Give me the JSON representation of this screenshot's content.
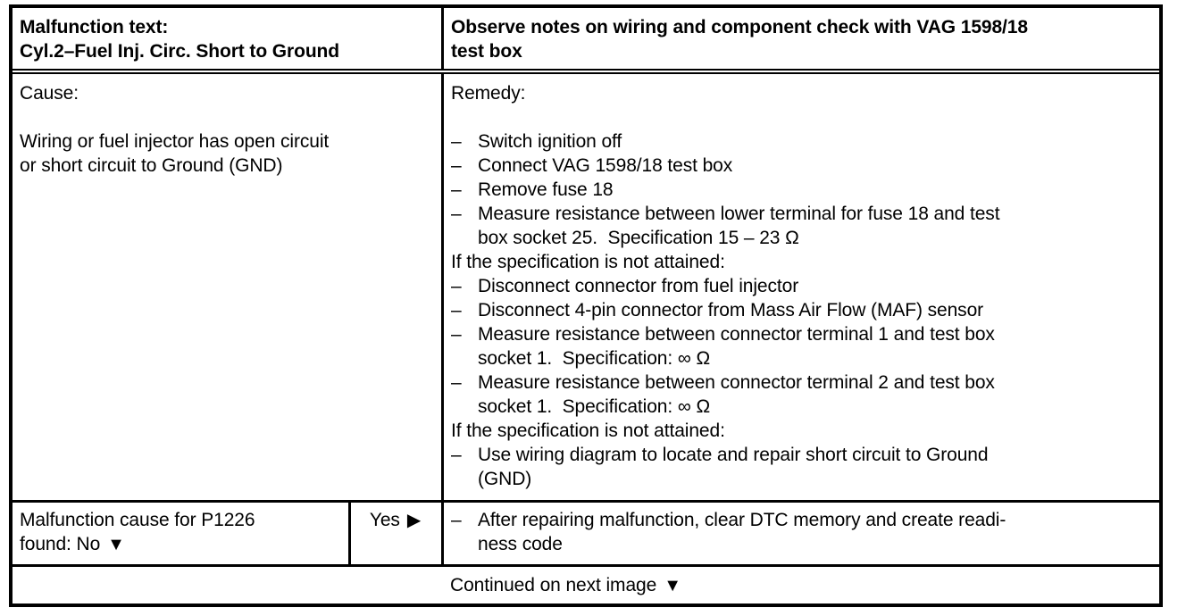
{
  "glyphs": {
    "dash": "–",
    "down_arrow": "▼",
    "right_arrow": "▶"
  },
  "header": {
    "malfunction_label": "Malfunction text:",
    "malfunction_value": "Cyl.2–Fuel Inj. Circ. Short to Ground",
    "note": "Observe notes on wiring and component check with VAG 1598/18\ntest box"
  },
  "cause": {
    "label": "Cause:",
    "text": "Wiring or fuel injector has open circuit\nor short circuit to Ground (GND)"
  },
  "remedy": {
    "label": "Remedy:",
    "items": [
      {
        "type": "bullet",
        "text": "Switch ignition off"
      },
      {
        "type": "bullet",
        "text": "Connect VAG 1598/18 test box"
      },
      {
        "type": "bullet",
        "text": "Remove fuse 18"
      },
      {
        "type": "bullet",
        "text": "Measure resistance between lower terminal for fuse 18 and test\nbox socket 25.  Specification 15 – 23 Ω"
      },
      {
        "type": "plain",
        "text": "If the specification is not attained:"
      },
      {
        "type": "bullet",
        "text": "Disconnect connector from fuel injector"
      },
      {
        "type": "bullet",
        "text": "Disconnect 4-pin connector from Mass Air Flow (MAF) sensor"
      },
      {
        "type": "bullet",
        "text": "Measure resistance between connector terminal 1 and test box\nsocket 1.  Specification: ∞ Ω"
      },
      {
        "type": "bullet",
        "text": "Measure resistance between connector terminal 2 and test box\nsocket 1.  Specification: ∞ Ω"
      },
      {
        "type": "plain",
        "text": "If the specification is not attained:"
      },
      {
        "type": "bullet",
        "text": "Use wiring diagram to locate and repair short circuit to Ground\n(GND)"
      }
    ]
  },
  "decision": {
    "no_line1": "Malfunction cause for P1226",
    "no_line2": "found: No",
    "yes_text": "Yes",
    "action": "After repairing malfunction, clear DTC memory and create readi-\nness code"
  },
  "footer": {
    "text": "Continued on next image"
  }
}
